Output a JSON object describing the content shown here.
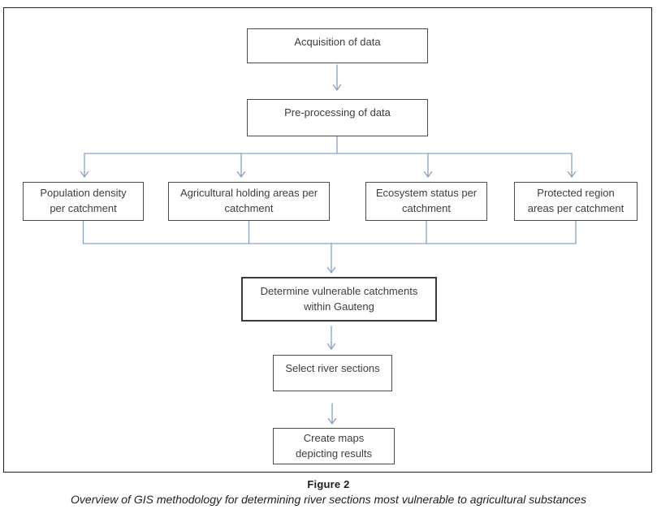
{
  "figure": {
    "nodes": {
      "acquisition": "Acquisition of data",
      "preprocessing": "Pre-processing of data",
      "population": "Population density\nper catchment",
      "agricultural": "Agricultural holding areas per\ncatchment",
      "ecosystem": "Ecosystem status per\ncatchment",
      "protected": "Protected region\nareas per catchment",
      "determine": "Determine vulnerable catchments\nwithin Gauteng",
      "select_rivers": "Select river sections",
      "create_maps": "Create maps\ndepicting results"
    },
    "colors": {
      "connector": "#86a2c6",
      "box_border": "#4c4c4c",
      "frame_border": "#1f1f1f",
      "text": "#3d3d3d"
    },
    "caption": {
      "title": "Figure 2",
      "subtitle": "Overview of GIS methodology for determining river sections most vulnerable to agricultural substances"
    }
  }
}
